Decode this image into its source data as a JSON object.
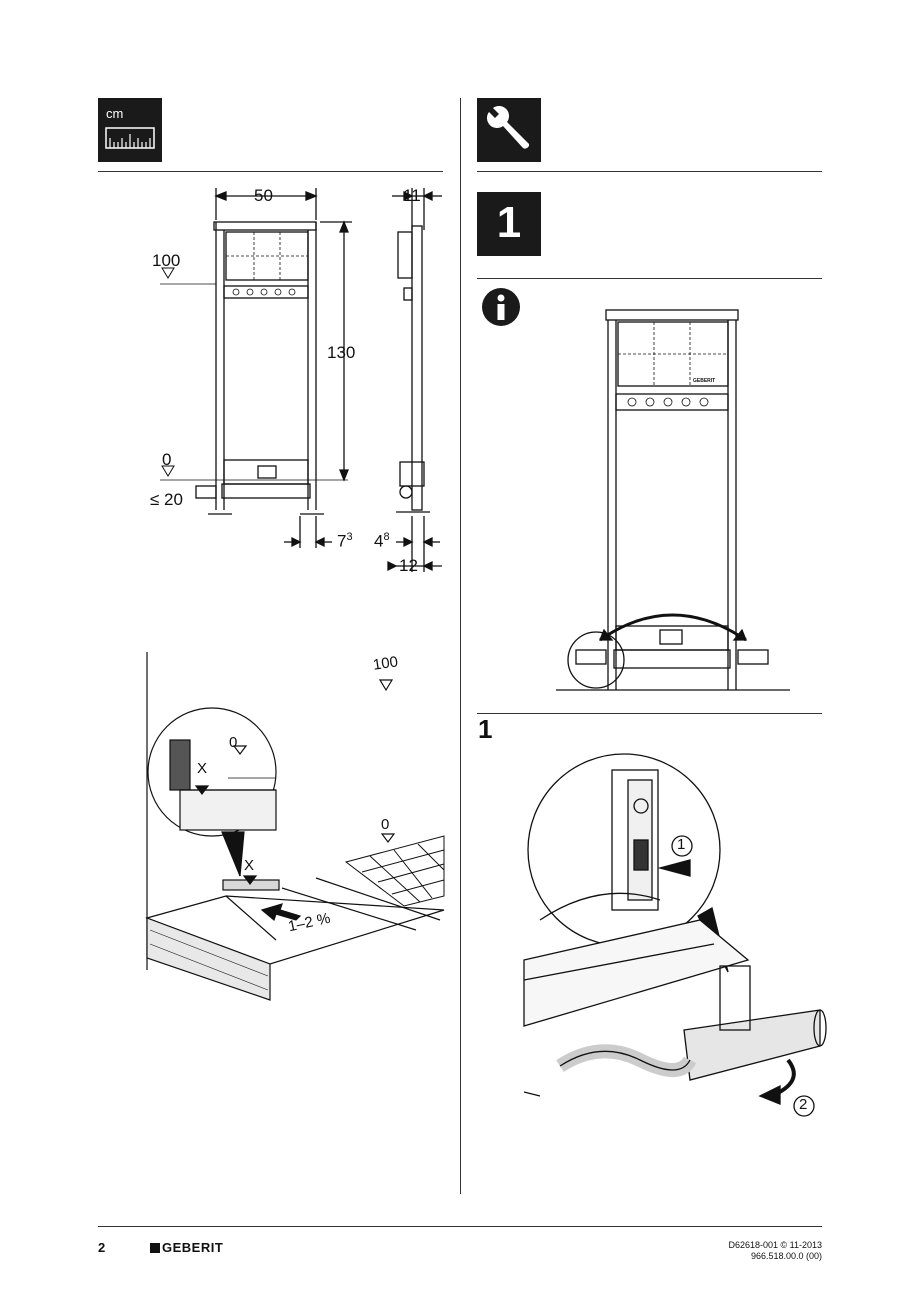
{
  "left": {
    "unit_badge": "cm",
    "dims": {
      "width": "50",
      "depth": "11",
      "ref_100": "100",
      "height": "130",
      "zero": "0",
      "max_pipe": "≤ 20",
      "offset_base": "7",
      "offset_sup": "3",
      "foot_base": "4",
      "foot_sup": "8",
      "total_depth": "12"
    },
    "floor": {
      "ref_100": "100",
      "zero_a": "0",
      "zero_b": "0",
      "mark_a": "X",
      "mark_b": "X",
      "slope": "1–2 %"
    }
  },
  "right": {
    "step_badge": "1",
    "frame_logo": "GEBERIT",
    "step_label": "1",
    "callout_1": "1",
    "callout_2": "2"
  },
  "footer": {
    "page_number": "2",
    "brand": "GEBERIT",
    "doc_id": "D62618-001 © 11-2013",
    "article": "966.518.00.0 (00)"
  }
}
